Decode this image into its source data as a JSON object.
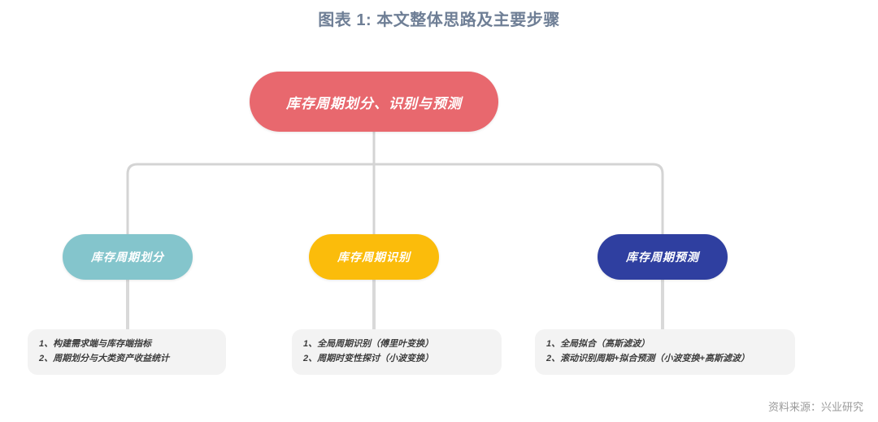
{
  "title": "图表 1:  本文整体思路及主要步骤",
  "colors": {
    "title": "#6f7f96",
    "root": "#e8686e",
    "stage1": "#84c5cc",
    "stage2": "#fbbc0b",
    "stage3": "#2f3fa0",
    "connector": "#d4d4d4",
    "detail_bg": "#f3f3f3",
    "source": "#9a9a9a"
  },
  "diagram": {
    "root": {
      "label": "库存周期划分、识别与预测"
    },
    "stages": [
      {
        "label": "库存周期划分",
        "color": "#84c5cc",
        "details": [
          "1、构建需求端与库存端指标",
          "2、周期划分与大类资产收益统计"
        ]
      },
      {
        "label": "库存周期识别",
        "color": "#fbbc0b",
        "details": [
          "1、全局周期识别（傅里叶变换）",
          "2、周期时变性探讨（小波变换）"
        ]
      },
      {
        "label": "库存周期预测",
        "color": "#2f3fa0",
        "details": [
          "1、全局拟合（高斯滤波）",
          "2、滚动识别周期+拟合预测（小波变换+高斯滤波）"
        ]
      }
    ]
  },
  "source": "资料来源：兴业研究"
}
